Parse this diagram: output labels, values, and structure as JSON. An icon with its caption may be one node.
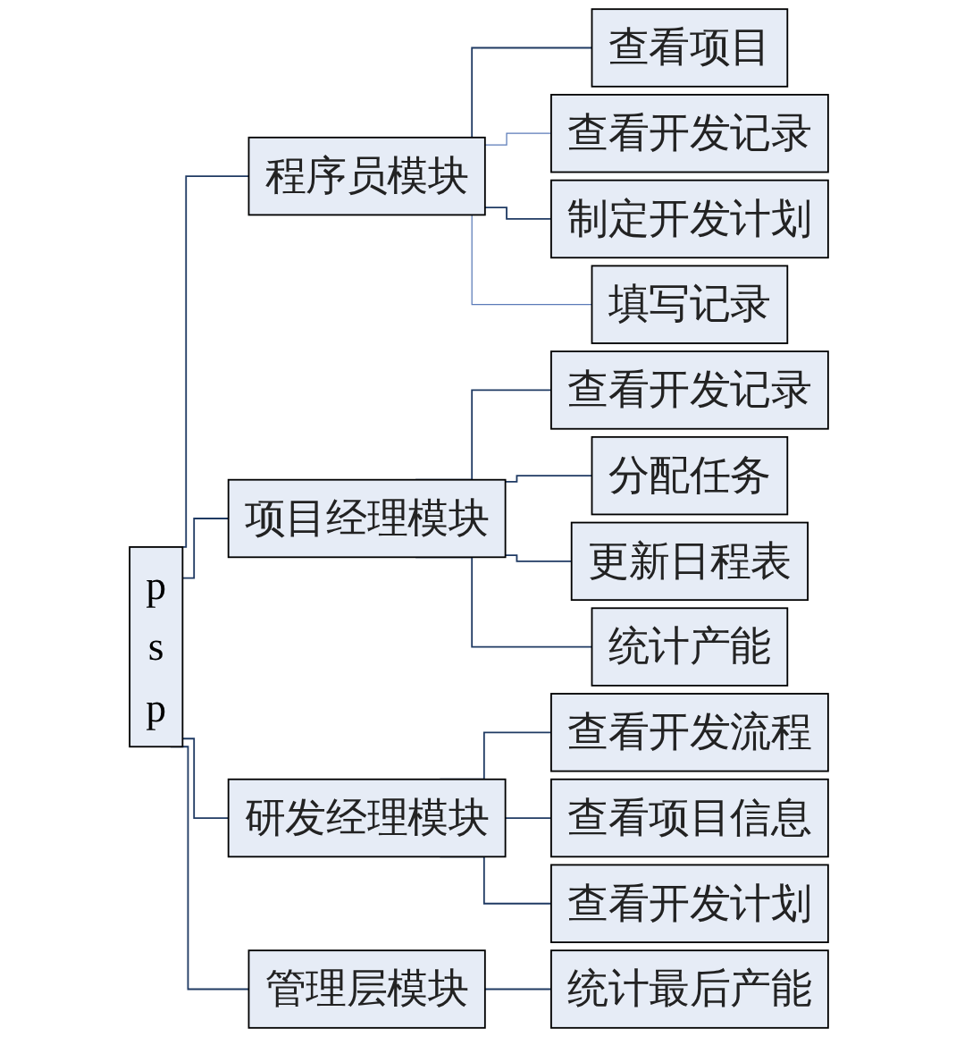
{
  "diagram": {
    "nodes": [
      {
        "text": [
          "p s p"
        ]
      },
      {
        "text": [
          "程序员模块"
        ]
      },
      {
        "text": [
          "查看项目"
        ]
      },
      {
        "text": [
          "查看开发记录"
        ]
      },
      {
        "text": [
          "制定开发计划"
        ]
      },
      {
        "text": [
          "填写记录"
        ]
      },
      {
        "text": [
          "项目经理模块"
        ]
      },
      {
        "text": [
          "查看开发记录"
        ]
      },
      {
        "text": [
          "分配任务"
        ]
      },
      {
        "text": [
          "更新日程表"
        ]
      },
      {
        "text": [
          "统计产能"
        ]
      },
      {
        "text": [
          "研发经理模块"
        ]
      },
      {
        "text": [
          "查看开发流程"
        ]
      },
      {
        "text": [
          "查看项目信息"
        ]
      },
      {
        "text": [
          "查看开发计划"
        ]
      },
      {
        "text": [
          "管理层模块"
        ]
      },
      {
        "text": [
          "统计最后产能"
        ]
      }
    ],
    "edges": [
      {
        "from": 0,
        "to": 1,
        "arrow": "none"
      },
      {
        "from": 1,
        "to": 2,
        "arrow": "none"
      },
      {
        "from": 1,
        "to": 3,
        "arrow": "none",
        "color": "#5b7bb8"
      },
      {
        "from": 1,
        "to": 4,
        "arrow": "none"
      },
      {
        "from": 1,
        "to": 5,
        "arrow": "none",
        "color": "#5b7bb8"
      },
      {
        "from": 0,
        "to": 6,
        "arrow": "none"
      },
      {
        "from": 6,
        "to": 7,
        "arrow": "none"
      },
      {
        "from": 6,
        "to": 8,
        "arrow": "none"
      },
      {
        "from": 6,
        "to": 9,
        "arrow": "none"
      },
      {
        "from": 6,
        "to": 10,
        "arrow": "none"
      },
      {
        "from": 0,
        "to": 11,
        "arrow": "none"
      },
      {
        "from": 11,
        "to": 12,
        "arrow": "none"
      },
      {
        "from": 11,
        "to": 13,
        "arrow": "none"
      },
      {
        "from": 11,
        "to": 14,
        "arrow": "none"
      },
      {
        "from": 0,
        "to": 15,
        "arrow": "none"
      },
      {
        "from": 15,
        "to": 16,
        "arrow": "none"
      }
    ]
  }
}
